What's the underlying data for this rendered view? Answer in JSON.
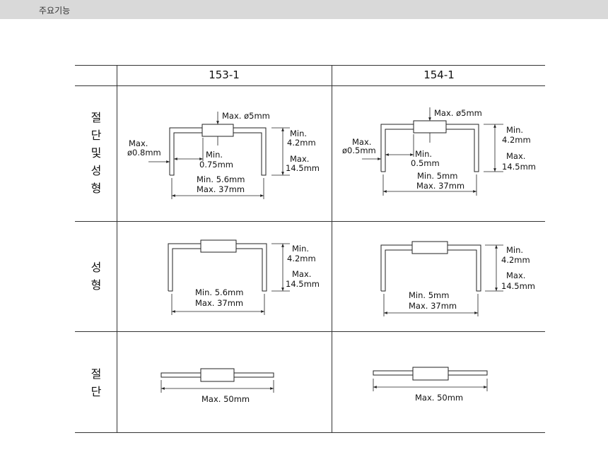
{
  "header": {
    "title": "주요기능"
  },
  "table": {
    "columns": [
      "153-1",
      "154-1"
    ],
    "rows": [
      {
        "label": [
          "절",
          "단",
          "및",
          "성",
          "형"
        ]
      },
      {
        "label": [
          "성",
          "형"
        ]
      },
      {
        "label": [
          "절",
          "단"
        ]
      }
    ]
  },
  "diagrams": {
    "cut_form": [
      {
        "top": "Max. ø5mm",
        "wire_max": "Max.",
        "wire_dia": "ø0.8mm",
        "gap_min": "Min.",
        "gap_val": "0.75mm",
        "h_min": "Min.",
        "h_min_val": "4.2mm",
        "h_max": "Max.",
        "h_max_val": "14.5mm",
        "w_min": "Min. 5.6mm",
        "w_max": "Max. 37mm"
      },
      {
        "top": "Max. ø5mm",
        "wire_max": "Max.",
        "wire_dia": "ø0.5mm",
        "gap_min": "Min.",
        "gap_val": "0.5mm",
        "h_min": "Min.",
        "h_min_val": "4.2mm",
        "h_max": "Max.",
        "h_max_val": "14.5mm",
        "w_min": "Min. 5mm",
        "w_max": "Max. 37mm"
      }
    ],
    "form": [
      {
        "h_min": "Min.",
        "h_min_val": "4.2mm",
        "h_max": "Max.",
        "h_max_val": "14.5mm",
        "w_min": "Min. 5.6mm",
        "w_max": "Max. 37mm"
      },
      {
        "h_min": "Min.",
        "h_min_val": "4.2mm",
        "h_max": "Max.",
        "h_max_val": "14.5mm",
        "w_min": "Min. 5mm",
        "w_max": "Max. 37mm"
      }
    ],
    "cut": [
      {
        "length": "Max. 50mm"
      },
      {
        "length": "Max. 50mm"
      }
    ]
  }
}
